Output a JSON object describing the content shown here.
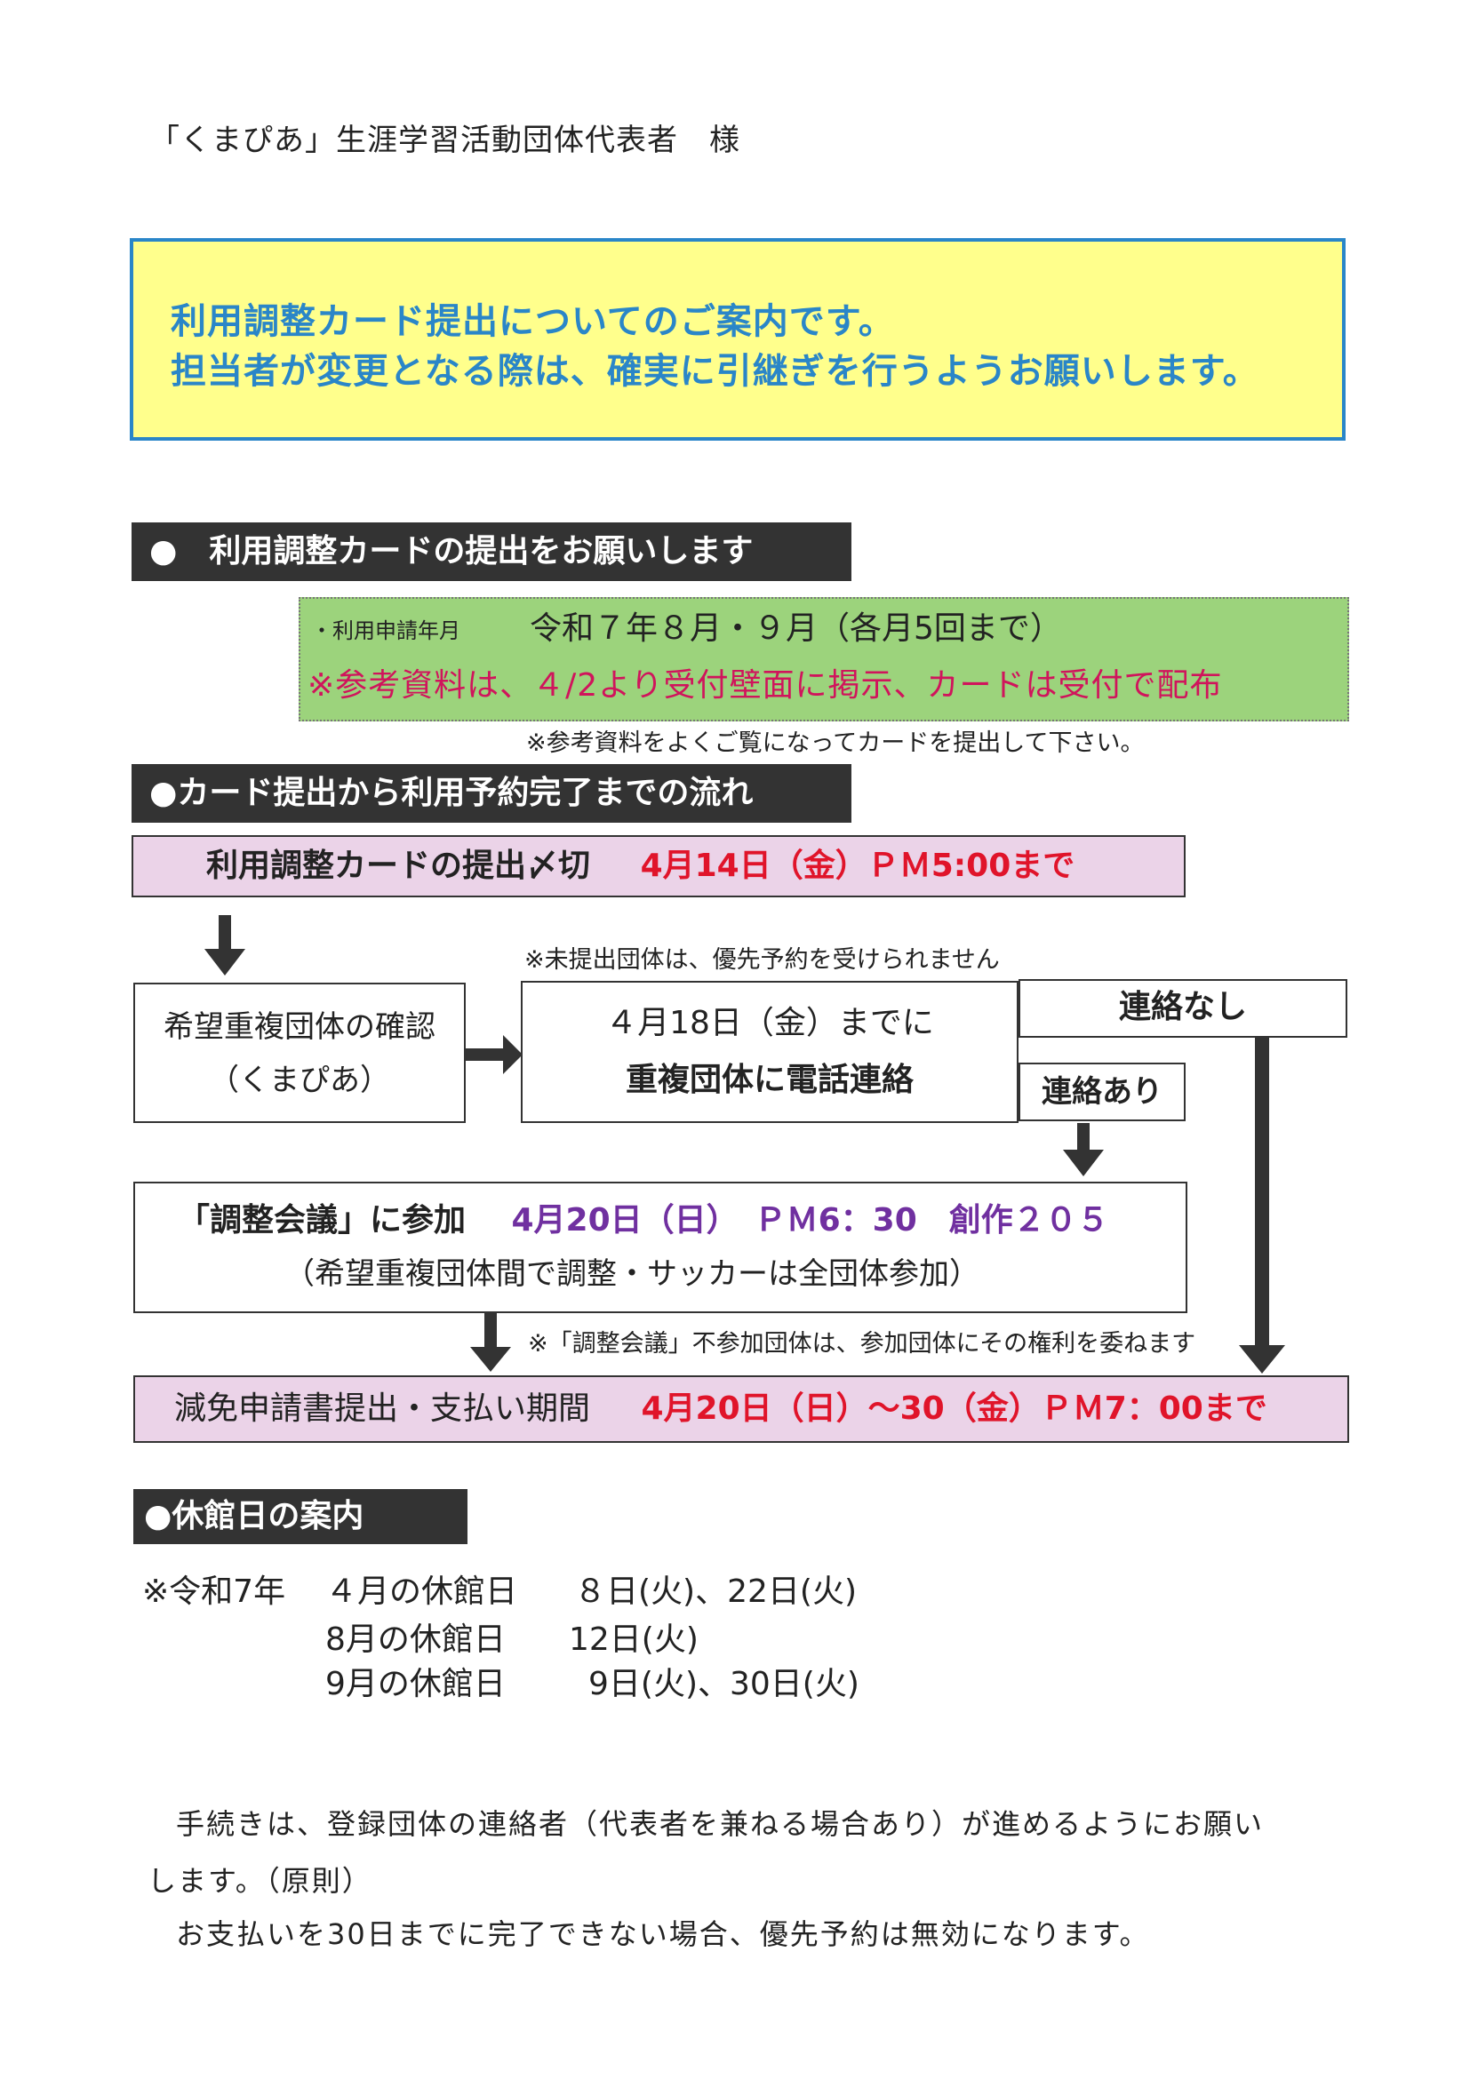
{
  "addressee": "「くまぴあ」生涯学習活動団体代表者　様",
  "notice": {
    "line1": "利用調整カード提出についてのご案内です。",
    "line2": "担当者が変更となる際は、確実に引継ぎを行うようお願いします。"
  },
  "section1": {
    "heading": "●　利用調整カードの提出をお願いします",
    "apply_label": "・利用申請年月",
    "apply_value": "令和７年８月・９月（各月5回まで）",
    "reference_note": "※参考資料は、４/2より受付壁面に掲示、カードは受付で配布",
    "sub_note": "※参考資料をよくご覧になってカードを提出して下さい。"
  },
  "section2": {
    "heading": "●カード提出から利用予約完了までの流れ",
    "deadline_label": "利用調整カードの提出〆切",
    "deadline_value": "4月14日（金）ＰＭ5:00まで",
    "unsubmitted_note": "※未提出団体は、優先予約を受けられません",
    "confirm_line1": "希望重複団体の確認",
    "confirm_line2": "（くまぴあ）",
    "call_line1": "４月18日（金）までに",
    "call_line2": "重複団体に電話連絡",
    "no_contact": "連絡なし",
    "contact": "連絡あり",
    "meeting_label": "「調整会議」に参加",
    "meeting_value": "4月20日（日）　ＰＭ6：30　創作２０５",
    "meeting_sub": "（希望重複団体間で調整・サッカーは全団体参加）",
    "absent_note": "※「調整会議」不参加団体は、参加団体にその権利を委ねます",
    "payment_label": "減免申請書提出・支払い期間",
    "payment_value": "4月20日（日）～30（金）ＰＭ7：00まで"
  },
  "section3": {
    "heading": "●休館日の案内",
    "prefix": "※令和7年",
    "rows": [
      {
        "month": "４月の休館日",
        "days": "８日(火)、22日(火)"
      },
      {
        "month": "8月の休館日",
        "days": "12日(火)"
      },
      {
        "month": "9月の休館日",
        "days": "9日(火)、30日(火)"
      }
    ]
  },
  "closing": {
    "para1_line1": "手続きは、登録団体の連絡者（代表者を兼ねる場合あり）が進めるようにお願い",
    "para1_line2": "します。（原則）",
    "para2": "お支払いを30日までに完了できない場合、優先予約は無効になります。"
  }
}
